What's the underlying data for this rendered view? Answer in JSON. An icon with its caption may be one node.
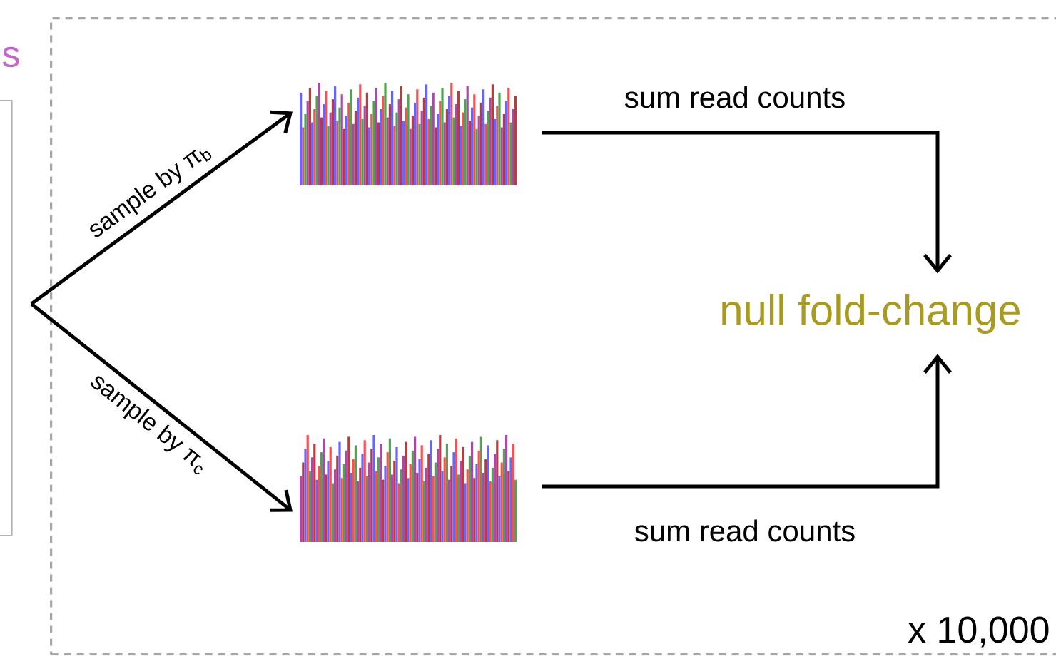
{
  "diagram": {
    "nodes": [
      {
        "text": [
          "x 10,000"
        ]
      },
      {
        "text": [],
        "shape": "box",
        "beside": [
          "s"
        ]
      },
      {
        "text": [],
        "shape": "picture",
        "in": 0
      },
      {
        "text": [],
        "shape": "picture",
        "in": 0
      },
      {
        "text": [
          "null fold-change"
        ],
        "in": 0
      }
    ],
    "edges": [
      {
        "from": null,
        "to": 2,
        "arrow": "to",
        "label": "sample by π$_{b}$"
      },
      {
        "from": null,
        "to": 3,
        "arrow": "to",
        "label": "sample by π$_{c}$"
      },
      {
        "from": 2,
        "to": 4,
        "arrow": "to",
        "label": "sum read counts"
      },
      {
        "from": 3,
        "to": 4,
        "arrow": "to",
        "label": "sum read counts"
      }
    ],
    "labels": []
  }
}
